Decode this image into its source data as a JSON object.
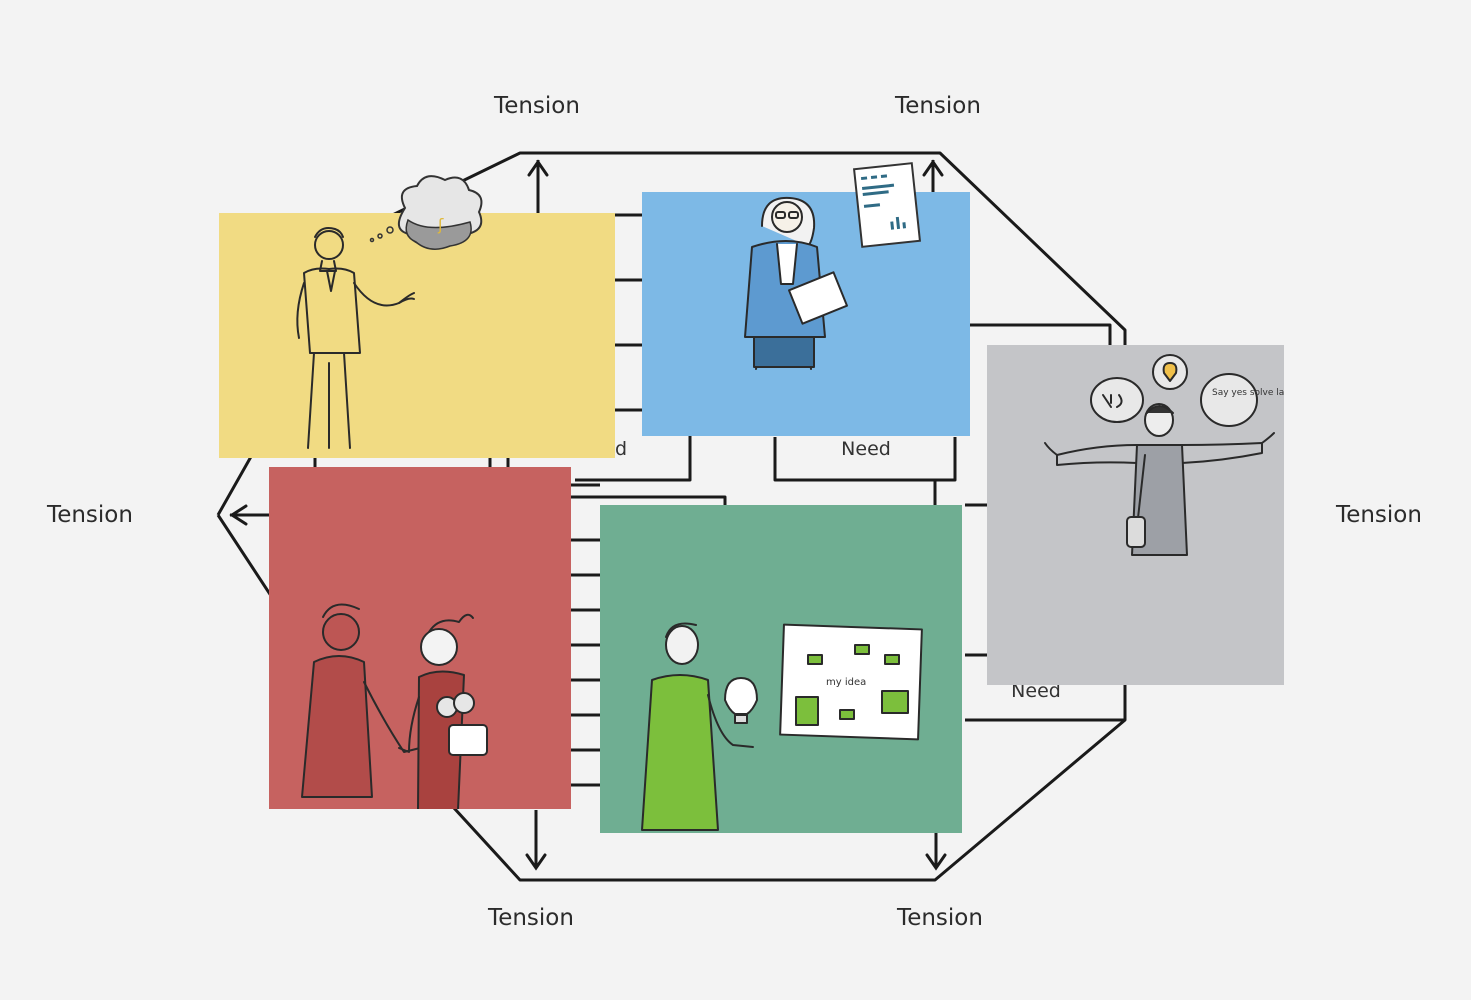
{
  "labels": {
    "tension_top_left": "Tension",
    "tension_top_right": "Tension",
    "tension_left": "Tension",
    "tension_right": "Tension",
    "tension_bottom_left": "Tension",
    "tension_bottom_right": "Tension",
    "need_center": "Need",
    "need_right": "Need",
    "need_partial": "d"
  },
  "illustrations": {
    "thought_mark": "ʃ",
    "sticky_note_text": "my idea",
    "speech_bubble_text": "Say yes solve later"
  },
  "colors": {
    "yellow_card": "#f1db83",
    "blue_card": "#7db9e6",
    "red_card": "#c66260",
    "green_card": "#6fae92",
    "gray_card": "#c4c5c8",
    "line": "#1a1a1a",
    "background": "#f3f3f3"
  }
}
